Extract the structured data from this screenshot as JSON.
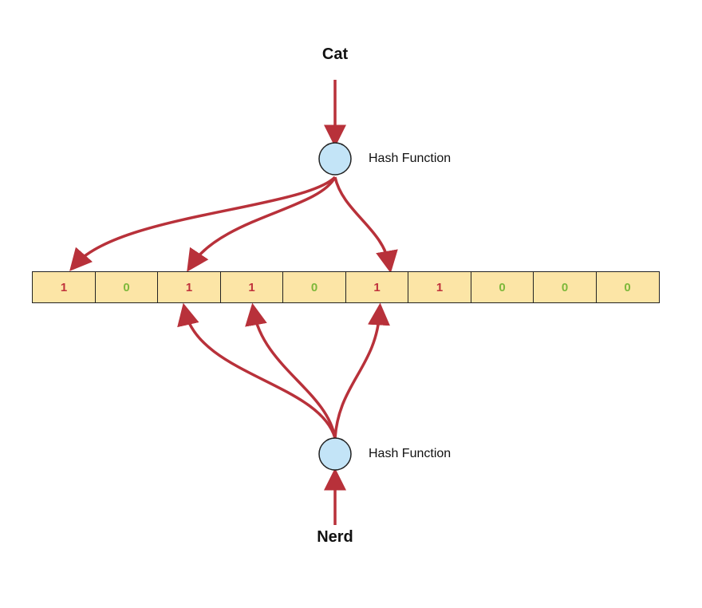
{
  "input_words": {
    "top": "Cat",
    "bottom": "Nerd"
  },
  "hash_nodes": {
    "top_label": "Hash Function",
    "bottom_label": "Hash Function"
  },
  "bit_array": [
    {
      "value": "1",
      "color": "#c0323c"
    },
    {
      "value": "0",
      "color": "#7db83a"
    },
    {
      "value": "1",
      "color": "#c0323c"
    },
    {
      "value": "1",
      "color": "#c0323c"
    },
    {
      "value": "0",
      "color": "#7db83a"
    },
    {
      "value": "1",
      "color": "#c0323c"
    },
    {
      "value": "1",
      "color": "#c0323c"
    },
    {
      "value": "0",
      "color": "#7db83a"
    },
    {
      "value": "0",
      "color": "#7db83a"
    },
    {
      "value": "0",
      "color": "#7db83a"
    }
  ],
  "mappings": {
    "top_targets": [
      0,
      2,
      5
    ],
    "bottom_targets": [
      2,
      3,
      5
    ]
  },
  "colors": {
    "arrow": "#b8313a",
    "node_fill": "#c3e4f7",
    "node_stroke": "#222222",
    "cell_fill": "#fce5a6"
  }
}
